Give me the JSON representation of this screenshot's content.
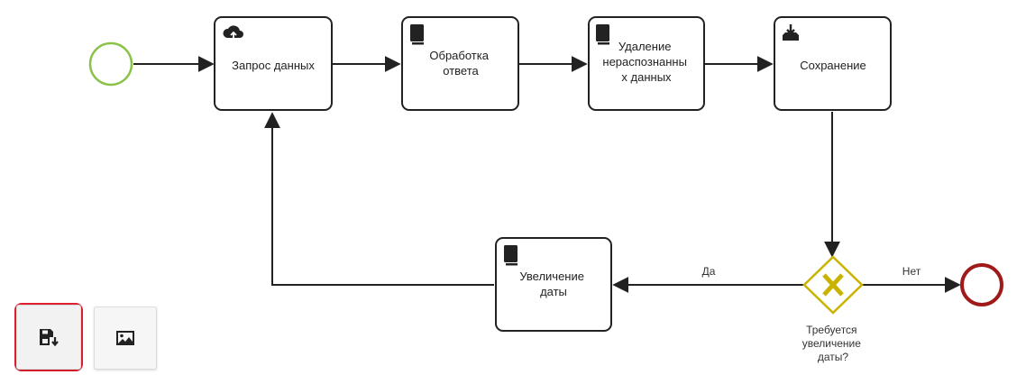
{
  "tasks": {
    "request": {
      "lines": [
        "Запрос данных"
      ],
      "icon": "cloud-upload-icon"
    },
    "process": {
      "lines": [
        "Обработка",
        "ответа"
      ],
      "icon": "book-icon"
    },
    "remove": {
      "lines": [
        "Удаление",
        "нераспознанны",
        "х данных"
      ],
      "icon": "book-icon"
    },
    "save": {
      "lines": [
        "Сохранение"
      ],
      "icon": "download-tray-icon"
    },
    "increase": {
      "lines": [
        "Увеличение",
        "даты"
      ],
      "icon": "book-icon"
    }
  },
  "gateway": {
    "lines": [
      "Требуется",
      "увеличение",
      "даты?"
    ],
    "icon": "x-icon"
  },
  "edges": {
    "yes": "Да",
    "no": "Нет"
  },
  "events": {
    "start": "start-event",
    "end": "end-event"
  },
  "toolbar": {
    "save_icon": "save-icon",
    "image_icon": "image-icon"
  },
  "colors": {
    "start": "#8bc34a",
    "end": "#a01a1a",
    "gateway": "#c8b400",
    "stroke": "#222222",
    "highlight": "#e02030"
  }
}
